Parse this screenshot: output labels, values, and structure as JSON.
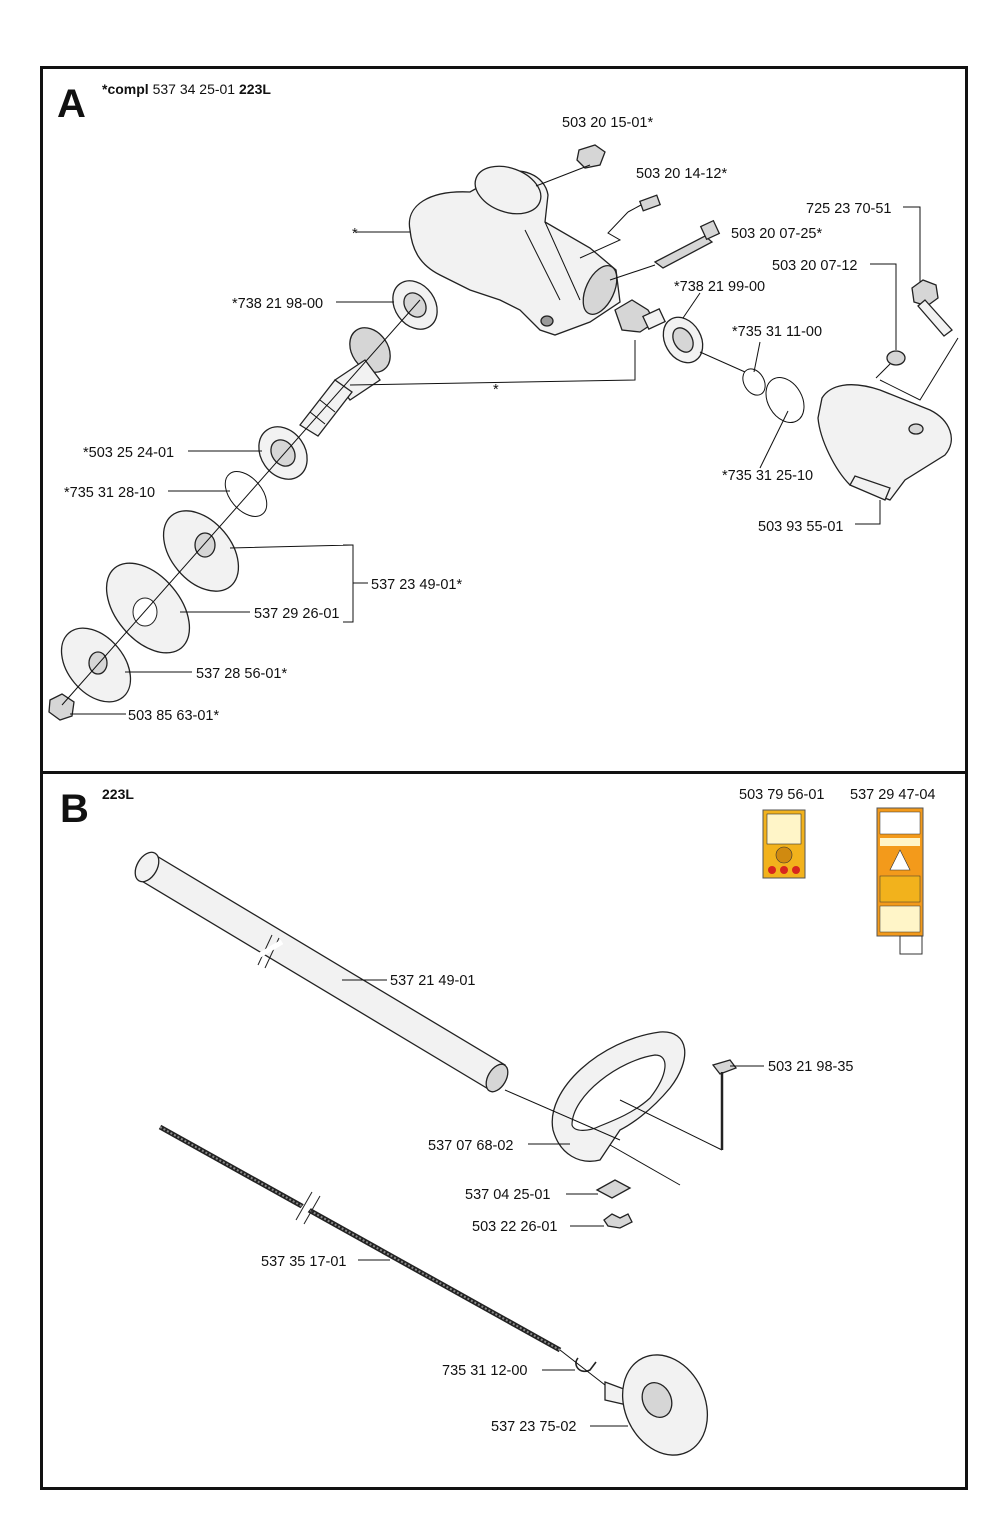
{
  "panel_a": {
    "letter": "A",
    "title_prefix": "*compl",
    "title_number": "537 34 25-01",
    "title_model": "223L",
    "labels": {
      "p503201501": "503 20 15-01*",
      "p503201412": "503 20 14-12*",
      "p725237051": "725 23 70-51",
      "star_housing": "*",
      "p503200725": "503 20 07-25*",
      "p503200712": "503 20 07-12",
      "p738219800": "*738 21 98-00",
      "p738219900": "*738 21 99-00",
      "p735311100": "*735 31 11-00",
      "star_gears": "*",
      "p503252401": "*503 25 24-01",
      "p735312510": "*735 31 25-10",
      "p735312810": "*735 31 28-10",
      "p503935501": "503 93 55-01",
      "p537234901": "537 23 49-01*",
      "p537292601": "537 29 26-01",
      "p537285601": "537 28 56-01*",
      "p503856301": "503 85 63-01*"
    }
  },
  "panel_b": {
    "letter": "B",
    "title": "223L",
    "labels": {
      "p503795601": "503 79 56-01",
      "p537294704": "537 29 47-04",
      "p537214901": "537 21 49-01",
      "p503219835": "503 21 98-35",
      "p537076802": "537 07 68-02",
      "p537042501": "537 04 25-01",
      "p503222601": "503 22 26-01",
      "p537351701": "537 35 17-01",
      "p735311200": "735 31 12-00",
      "p537237502": "537 23 75-02"
    }
  },
  "colors": {
    "line": "#111111",
    "decal_yellow": "#f2b21c",
    "decal_orange": "#f39a1b",
    "decal_red": "#d7261e"
  }
}
